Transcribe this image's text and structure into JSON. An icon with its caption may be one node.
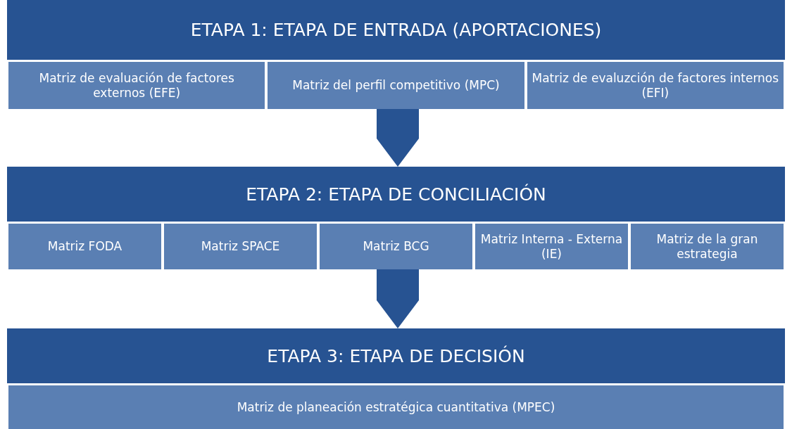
{
  "diagram": {
    "nodes": [
      {
        "text": [
          "ETAPA 1: ETAPA DE ENTRADA (APORTACIONES)"
        ]
      },
      {
        "text": [
          "Matriz de evaluación de factores externos (EFE)"
        ],
        "in": 0
      },
      {
        "text": [
          "Matriz del perfil competitivo (MPC)"
        ],
        "in": 0
      },
      {
        "text": [
          "Matriz de evaluzción de factores internos (EFI)"
        ],
        "in": 0
      },
      {
        "text": [
          "ETAPA 2: ETAPA DE CONCILIACIÓN"
        ]
      },
      {
        "text": [
          "Matriz FODA"
        ],
        "in": 4
      },
      {
        "text": [
          "Matriz SPACE"
        ],
        "in": 4
      },
      {
        "text": [
          "Matriz BCG"
        ],
        "in": 4
      },
      {
        "text": [
          "Matriz Interna - Externa (IE)"
        ],
        "in": 4
      },
      {
        "text": [
          "Matriz de la gran estrategia"
        ],
        "in": 4
      },
      {
        "text": [
          "ETAPA 3: ETAPA DE DECISIÓN"
        ]
      },
      {
        "text": [
          "Matriz de planeación estratégica cuantitativa (MPEC)"
        ],
        "in": 10
      }
    ],
    "edges": [
      {
        "from": 0,
        "to": 4,
        "arrow": "to"
      },
      {
        "from": 4,
        "to": 10,
        "arrow": "to"
      }
    ]
  }
}
